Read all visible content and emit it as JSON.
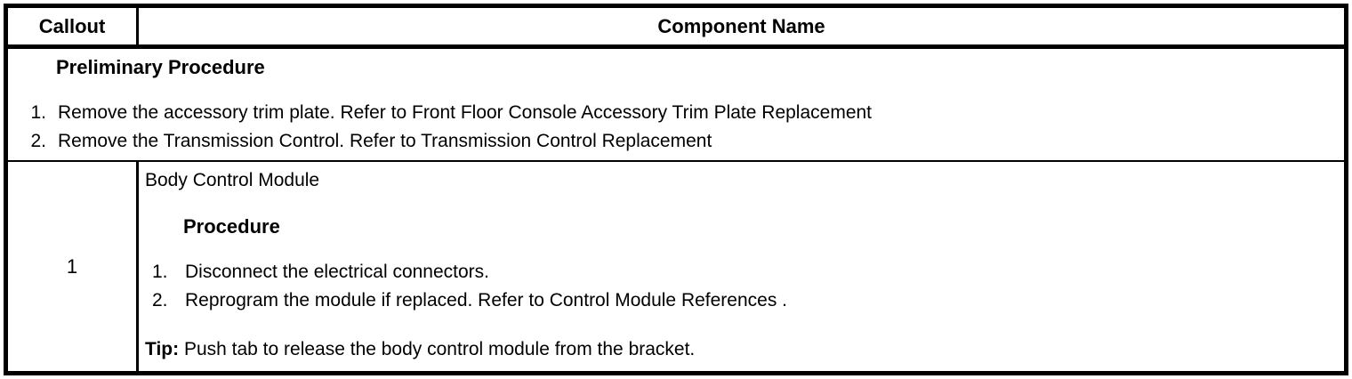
{
  "colors": {
    "border": "#000000",
    "text": "#000000",
    "background": "#ffffff"
  },
  "table": {
    "header": {
      "callout_label": "Callout",
      "component_label": "Component Name"
    },
    "preliminary": {
      "title": "Preliminary Procedure",
      "steps": [
        {
          "num": "1.",
          "text": "Remove the accessory trim plate. Refer to Front Floor Console Accessory Trim Plate Replacement"
        },
        {
          "num": "2.",
          "text": "Remove the Transmission Control. Refer to Transmission Control Replacement"
        }
      ]
    },
    "rows": [
      {
        "callout": "1",
        "component_name": "Body Control Module",
        "procedure_title": "Procedure",
        "steps": [
          {
            "num": "1.",
            "text": "Disconnect the electrical connectors."
          },
          {
            "num": "2.",
            "text": "Reprogram the module if replaced. Refer to Control Module References ."
          }
        ],
        "tip_label": "Tip:",
        "tip_text": " Push tab to release the body control module from the bracket."
      }
    ]
  }
}
